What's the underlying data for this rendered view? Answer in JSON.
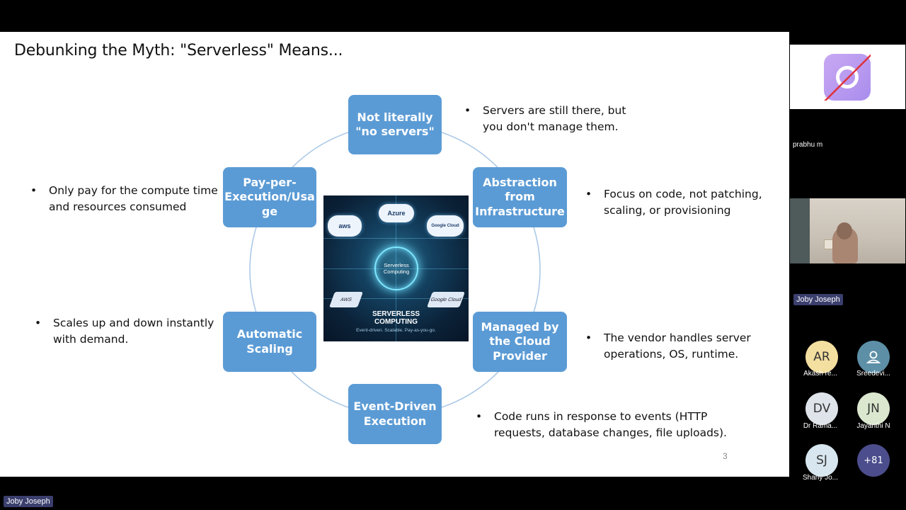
{
  "slide": {
    "title": "Debunking the Myth: \"Serverless\" Means...",
    "page_number": "3",
    "nodes": {
      "top": [
        "Not literally",
        "\"no servers\""
      ],
      "top_right": [
        "Abstraction",
        "from",
        "Infrastructure"
      ],
      "bottom_right": [
        "Managed by",
        "the Cloud",
        "Provider"
      ],
      "bottom": [
        "Event-Driven",
        "Execution"
      ],
      "bottom_left": [
        "Automatic",
        "Scaling"
      ],
      "top_left": [
        "Pay-per-",
        "Execution/Usa",
        "ge"
      ]
    },
    "bullets": {
      "top": [
        "Servers are still there, but",
        "you don't manage them."
      ],
      "top_right": [
        "Focus on code, not patching,",
        "scaling, or provisioning"
      ],
      "bottom_right": [
        "The vendor handles server",
        "operations, OS, runtime."
      ],
      "bottom": [
        "Code runs in response to events (HTTP",
        "requests, database changes, file uploads)."
      ],
      "bottom_left": [
        "Scales up and down instantly",
        "with demand."
      ],
      "top_left": [
        "Only pay for the compute time",
        "and resources consumed"
      ]
    },
    "hero_image": {
      "core": "Serverless Computing",
      "label": "SERVERLESS COMPUTING",
      "sub": "Event-driven. Scalable. Pay-as-you-go.",
      "cloud_aws": "aws",
      "cloud_azure": "Azure",
      "cloud_gc": "Google Cloud",
      "tile_aws": "AWS",
      "tile_gc": "Google Cloud"
    }
  },
  "presenter_tag": "Joby  Joseph",
  "participants": {
    "top_name": "prabhu m",
    "video_name": "Joby  Joseph",
    "avatars": [
      {
        "initials": "AR",
        "name": "Akash re...",
        "color": "#f3dfa0"
      },
      {
        "initials": "",
        "name": "Sreedevi...",
        "color": "#5d8fa6",
        "icon": "person-icon"
      },
      {
        "initials": "DV",
        "name": "Dr Rama...",
        "color": "#dfe3ea"
      },
      {
        "initials": "JN",
        "name": "Jayanthi N",
        "color": "#dbe8cf"
      },
      {
        "initials": "SJ",
        "name": "Shany Jo...",
        "color": "#d7e6ef"
      },
      {
        "initials": "+81",
        "name": "",
        "color": "#4b4d8c"
      }
    ]
  }
}
